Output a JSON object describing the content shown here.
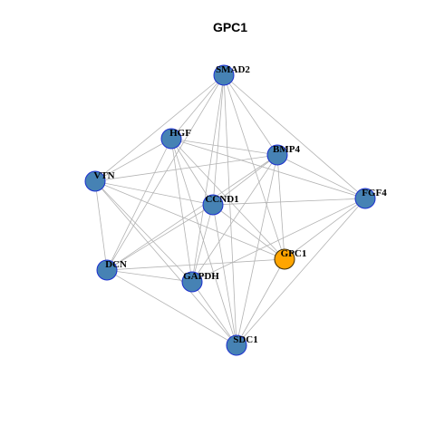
{
  "title": "GPC1",
  "colors": {
    "node_fill": "#4682b4",
    "node_border": "#1c2fcf",
    "focus_fill": "#ffa500",
    "focus_border": "#3a2a00",
    "edge": "#b3b3b3"
  },
  "nodes": [
    {
      "id": "SMAD2",
      "label": "SMAD2",
      "focus": false
    },
    {
      "id": "HGF",
      "label": "HGF",
      "focus": false
    },
    {
      "id": "BMP4",
      "label": "BMP4",
      "focus": false
    },
    {
      "id": "VTN",
      "label": "VTN",
      "focus": false
    },
    {
      "id": "FGF4",
      "label": "FGF4",
      "focus": false
    },
    {
      "id": "CCND1",
      "label": "CCND1",
      "focus": false
    },
    {
      "id": "GPC1",
      "label": "GPC1",
      "focus": true
    },
    {
      "id": "DCN",
      "label": "DCN",
      "focus": false
    },
    {
      "id": "GAPDH",
      "label": "GAPDH",
      "focus": false
    },
    {
      "id": "SDC1",
      "label": "SDC1",
      "focus": false
    }
  ],
  "edges": [
    [
      "SMAD2",
      "HGF"
    ],
    [
      "SMAD2",
      "VTN"
    ],
    [
      "SMAD2",
      "BMP4"
    ],
    [
      "SMAD2",
      "FGF4"
    ],
    [
      "SMAD2",
      "CCND1"
    ],
    [
      "SMAD2",
      "GPC1"
    ],
    [
      "SMAD2",
      "DCN"
    ],
    [
      "SMAD2",
      "GAPDH"
    ],
    [
      "SMAD2",
      "SDC1"
    ],
    [
      "HGF",
      "BMP4"
    ],
    [
      "HGF",
      "VTN"
    ],
    [
      "HGF",
      "FGF4"
    ],
    [
      "HGF",
      "CCND1"
    ],
    [
      "HGF",
      "GPC1"
    ],
    [
      "HGF",
      "DCN"
    ],
    [
      "HGF",
      "GAPDH"
    ],
    [
      "HGF",
      "SDC1"
    ],
    [
      "BMP4",
      "VTN"
    ],
    [
      "BMP4",
      "FGF4"
    ],
    [
      "BMP4",
      "CCND1"
    ],
    [
      "BMP4",
      "GPC1"
    ],
    [
      "BMP4",
      "DCN"
    ],
    [
      "BMP4",
      "GAPDH"
    ],
    [
      "BMP4",
      "SDC1"
    ],
    [
      "VTN",
      "CCND1"
    ],
    [
      "VTN",
      "GPC1"
    ],
    [
      "VTN",
      "DCN"
    ],
    [
      "VTN",
      "GAPDH"
    ],
    [
      "VTN",
      "SDC1"
    ],
    [
      "FGF4",
      "CCND1"
    ],
    [
      "FGF4",
      "GPC1"
    ],
    [
      "FGF4",
      "GAPDH"
    ],
    [
      "FGF4",
      "SDC1"
    ],
    [
      "CCND1",
      "DCN"
    ],
    [
      "CCND1",
      "GAPDH"
    ],
    [
      "CCND1",
      "SDC1"
    ],
    [
      "CCND1",
      "GPC1"
    ],
    [
      "GPC1",
      "DCN"
    ],
    [
      "GPC1",
      "SDC1"
    ],
    [
      "DCN",
      "GAPDH"
    ],
    [
      "DCN",
      "SDC1"
    ],
    [
      "GAPDH",
      "SDC1"
    ]
  ]
}
